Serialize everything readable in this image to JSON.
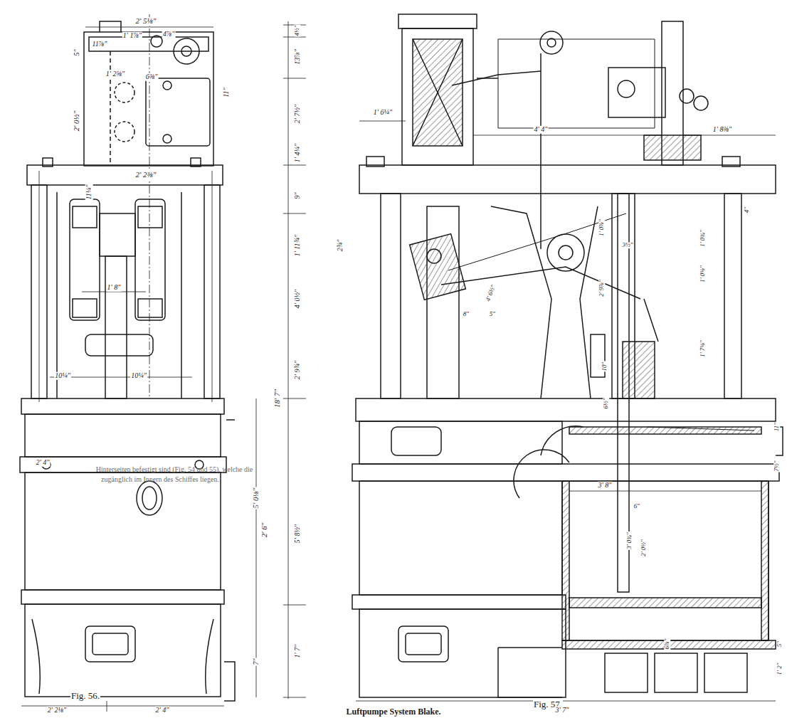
{
  "diagram": {
    "caption": "Luftpumpe System Blake.",
    "labels": [
      "Fig. 56.",
      "Fig. 57.",
      "2' 5⅛\"",
      "11⅞\"",
      "1' 1⅞\"",
      "4⅞\"",
      "5\"",
      "1' 2⅝\"",
      "6⅜\"",
      "11\"",
      "2' 0½\"",
      "2' 2⅜\"",
      "11¼\"",
      "1' 8\"",
      "10¼\"",
      "10¼\"",
      "18' 7\"",
      "5' 0⅛\"",
      "2' 6\"",
      "7\"",
      "2' 4\"",
      "2' 2⅛\"",
      "2' 4\"",
      "4½\"",
      "13⅞\"",
      "2' 7½\"",
      "1' 4¼\"",
      "9\"",
      "1' 11¾\"",
      "4' 0½\"",
      "2' 9¾\"",
      "5' 8½\"",
      "1' 7\"",
      "2¾\"",
      "1' 6¼\"",
      "4' 4\"",
      "1' 8⅜\"",
      "1' 0⅞\"",
      "3½\"",
      "1' 0¾\"",
      "2' 9⅞\"",
      "1' 0⅝\"",
      "4' 6½\"",
      "8\"",
      "5\"",
      "10\"",
      "1' 7⅝\"",
      "4\"",
      "6½\"",
      "11\"",
      "7½\"",
      "3' 8\"",
      "6\"",
      "3' 0¾\"",
      "2' 0½\"",
      "6⅞\"",
      "5\"",
      "1' 2\"",
      "3' 7\"",
      "Hinterseiten befestigt sind (Fig. 54 und 55), welche die",
      "zugänglich im Innern des Schiffes liegen."
    ]
  }
}
